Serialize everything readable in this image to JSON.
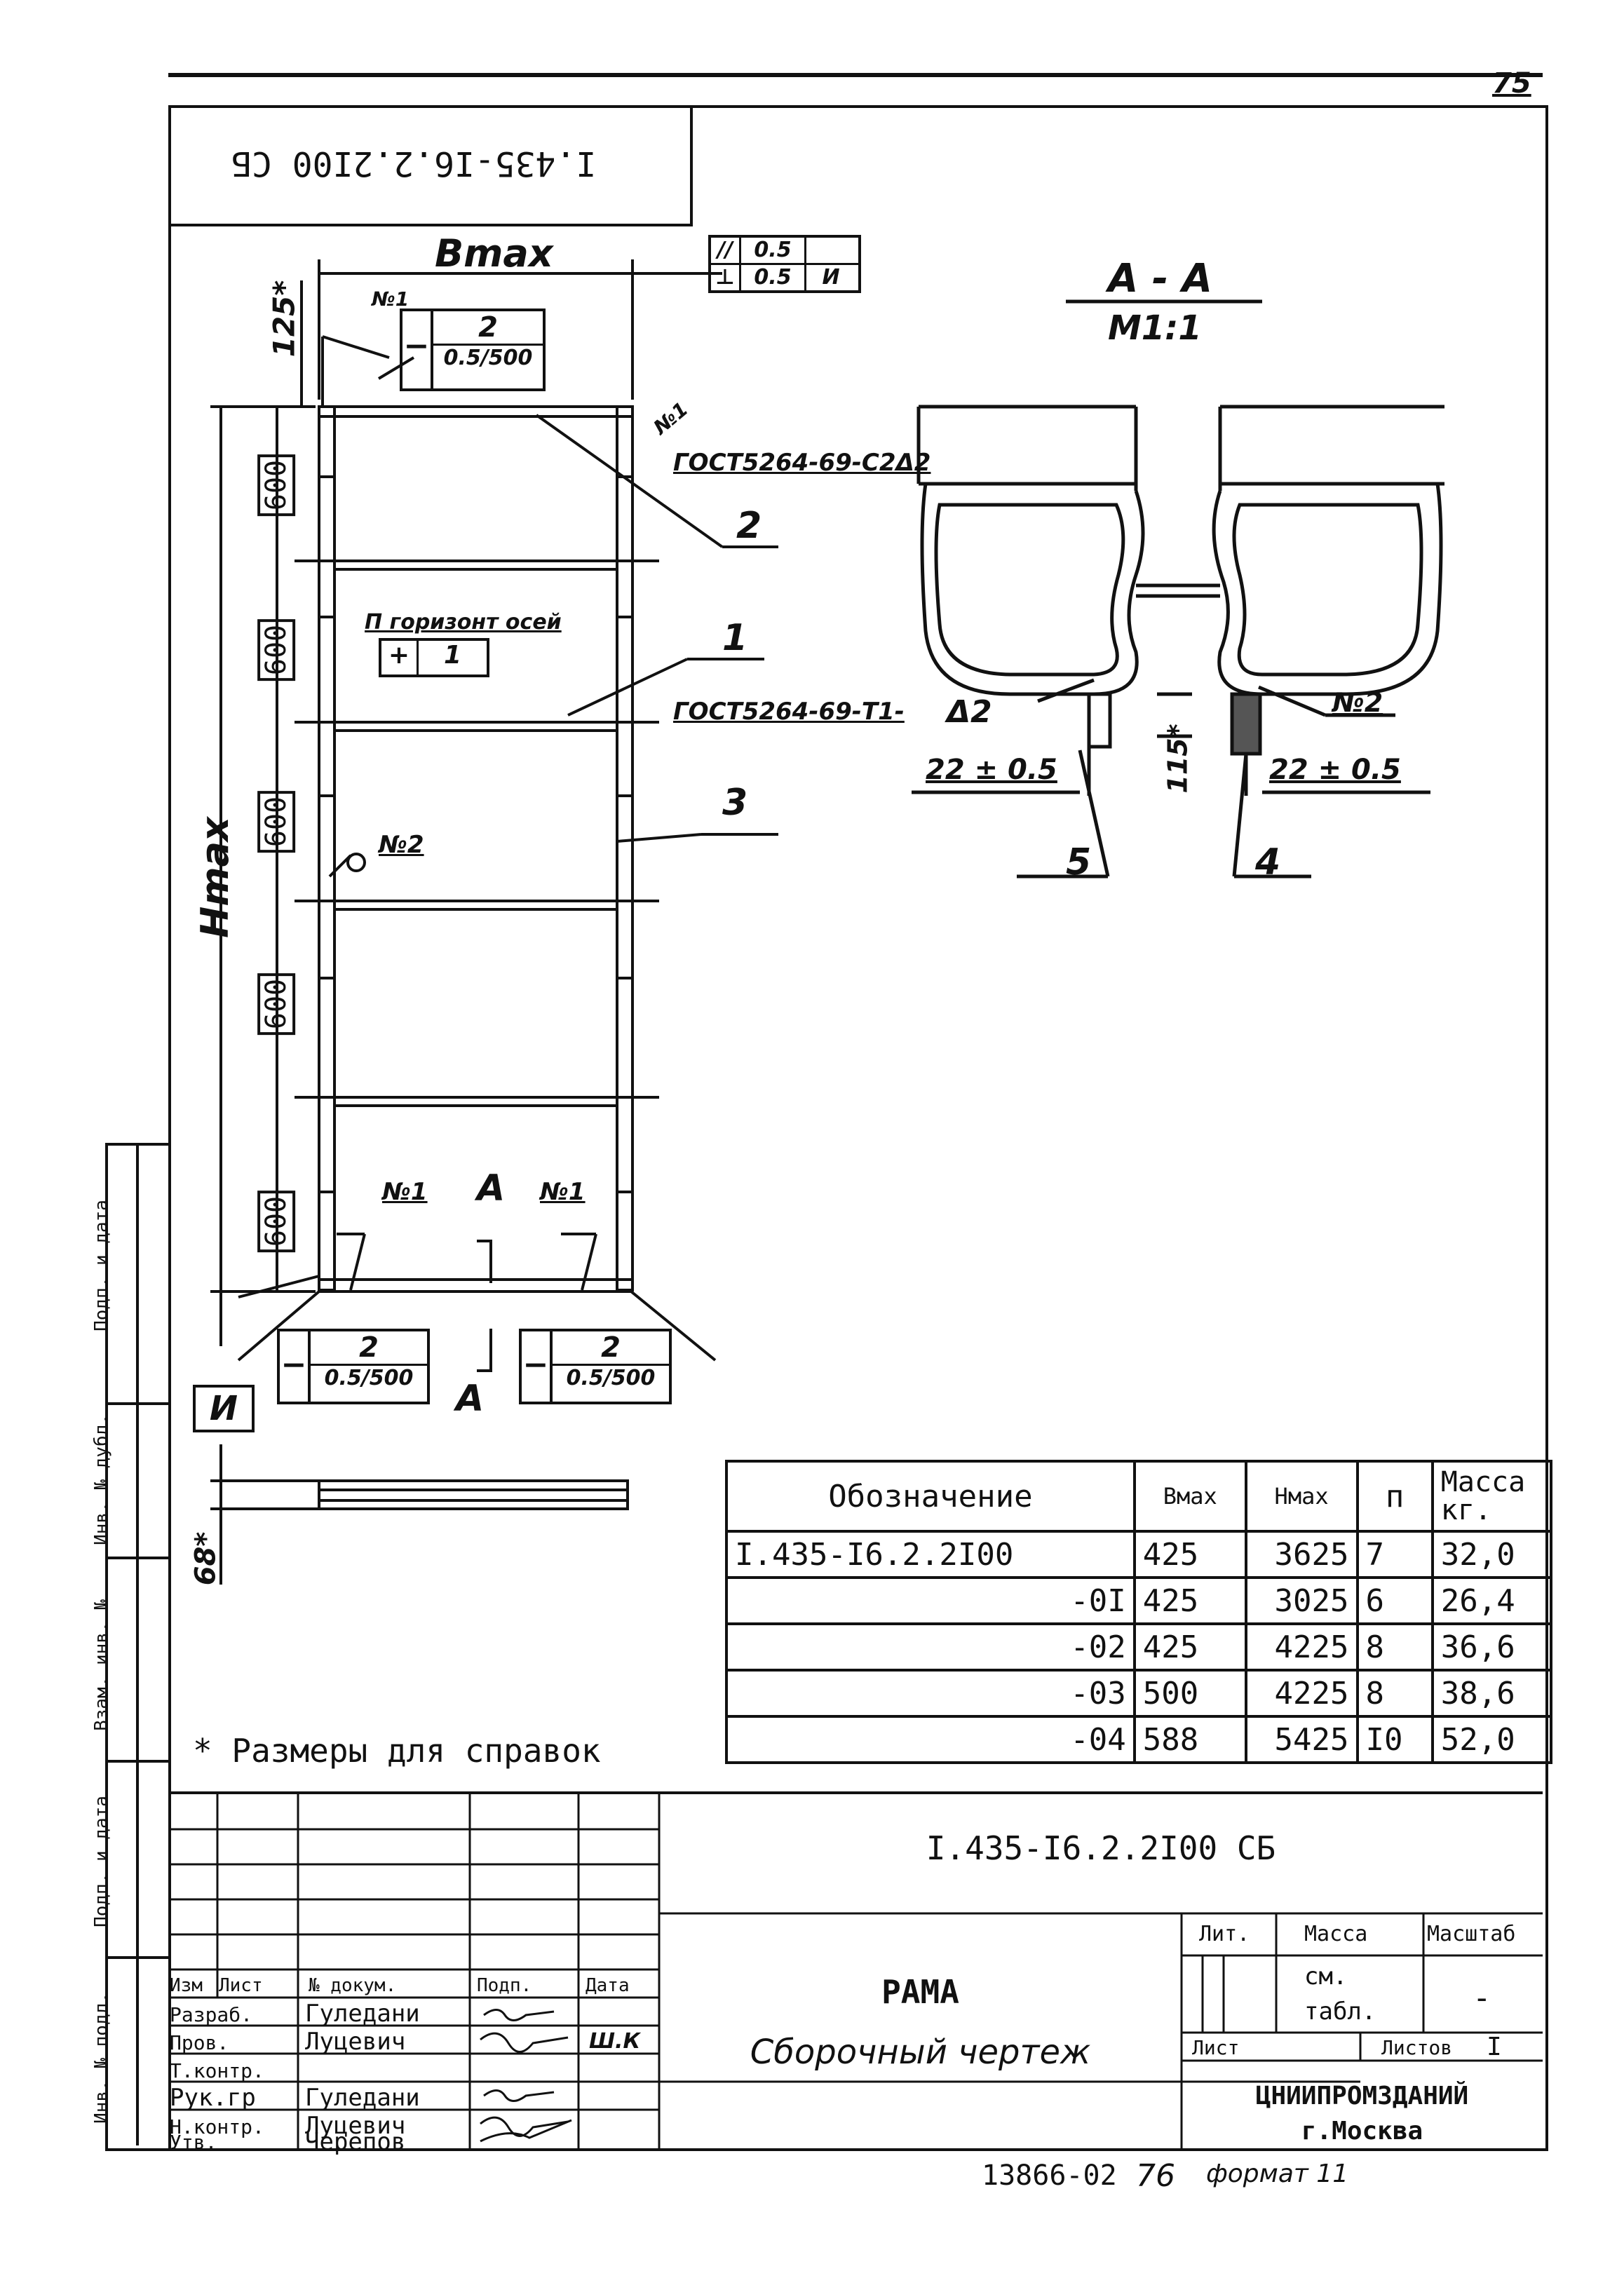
{
  "sheet_number": "75",
  "corner_code": "I.435-I6.2.2I00 СБ",
  "drawing_labels": {
    "b_max": "Bmax",
    "h_max": "Hmax",
    "dim_125": "125*",
    "dim_600": "600",
    "dim_68": "68*",
    "dim_22": "22 ± 0.5",
    "dim_115": "115*",
    "section_title": "A - A",
    "section_scale": "M1:1",
    "section_mark": "A",
    "datum": "И",
    "tol_parallel": "0.5",
    "tol_perp": "0.5",
    "tol_perp_datum": "И",
    "flat_num": "2",
    "flat_den": "0.5/500",
    "flat_sign": "−",
    "weld_n1": "№1",
    "weld_n2": "№2",
    "weld_gost1": "ГОСТ5264-69-С2Δ2",
    "weld_gost2": "ГОСТ5264-69-Т1-",
    "weld_leg": "Δ2",
    "pos_1": "1",
    "pos_2": "2",
    "pos_3": "3",
    "pos_4": "4",
    "pos_5": "5",
    "axis_note": "П горизонт осей",
    "axis_sym": "+",
    "axis_val": "1"
  },
  "footnote": "* Размеры для справок",
  "spec_table": {
    "headers": [
      "Обозначение",
      "Вмах",
      "Нмах",
      "п",
      "Масса кг."
    ],
    "rows": [
      [
        "I.435-I6.2.2I00",
        "425",
        "3625",
        "7",
        "32,0"
      ],
      [
        "-0I",
        "425",
        "3025",
        "6",
        "26,4"
      ],
      [
        "-02",
        "425",
        "4225",
        "8",
        "36,6"
      ],
      [
        "-03",
        "500",
        "4225",
        "8",
        "38,6"
      ],
      [
        "-04",
        "588",
        "5425",
        "I0",
        "52,0"
      ]
    ]
  },
  "title_block": {
    "doc_code": "I.435-I6.2.2I00 СБ",
    "title": "РАМА",
    "subtitle": "Сборочный чертеж",
    "col_izm": "Изм",
    "col_list": "Лист",
    "col_doc": "№ докум.",
    "col_sign": "Подп.",
    "col_date": "Дата",
    "lit": "Лит.",
    "mass": "Масса",
    "scale": "Масштаб",
    "mass_val_1": "см.",
    "mass_val_2": "табл.",
    "scale_val": "-",
    "sheet": "Лист",
    "sheets": "Листов",
    "sheets_val": "I",
    "org_1": "ЦНИИПРОМЗДАНИЙ",
    "org_2": "г.Москва",
    "roles": [
      {
        "role": "Разраб.",
        "name": "Гуледани"
      },
      {
        "role": "Пров.",
        "name": "Луцевич"
      },
      {
        "role": "Т.контр.",
        "name": ""
      },
      {
        "role": "Рук.гр",
        "name": "Гуледани"
      },
      {
        "role": "Н.контр.",
        "name": "Луцевич"
      },
      {
        "role": "Утв.",
        "name": "Черепов"
      }
    ],
    "date_mark": "Ш.К"
  },
  "side_stamp": {
    "f1": "Подп. и дата",
    "f2": "Инв. № дубл.",
    "f3": "Взам. инв. №",
    "f4": "Подп. и дата",
    "f5": "Инв. № подл."
  },
  "bottom_note": {
    "code": "13866-02",
    "page": "76",
    "format": "формат 11"
  }
}
